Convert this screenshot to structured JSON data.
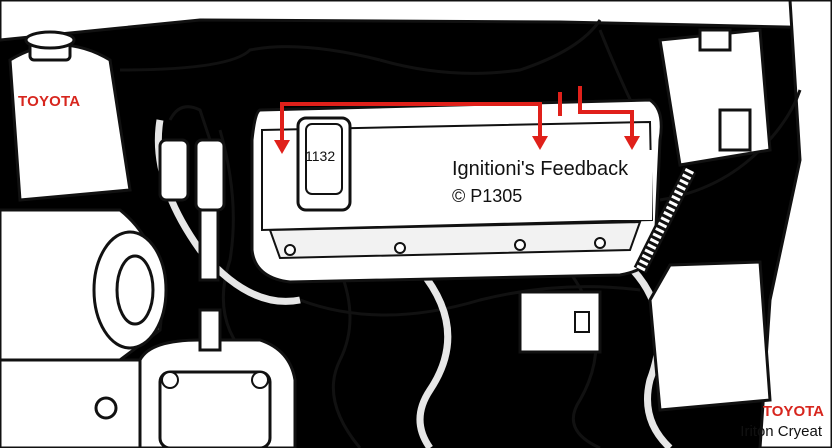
{
  "brand": {
    "left_logo": "TOYOTA",
    "right_logo": "TOYOTA",
    "right_caption": "Iriton Cryeat"
  },
  "component": {
    "part_number": "1132"
  },
  "callout": {
    "title": "Ignitioni's Feedback",
    "code": "© P1305"
  },
  "colors": {
    "arrow": "#e0201a",
    "brand": "#d7261e",
    "line_art": "#111111"
  }
}
